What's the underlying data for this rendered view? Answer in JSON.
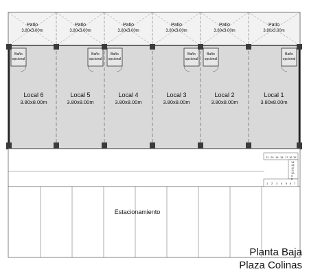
{
  "patios": [
    {
      "label": "Patio",
      "size": "3.80x3.00m"
    },
    {
      "label": "Patio",
      "size": "3.80x3.00m"
    },
    {
      "label": "Patio",
      "size": "3.80x3.00m"
    },
    {
      "label": "Patio",
      "size": "3.80x3.00m"
    },
    {
      "label": "Patio",
      "size": "3.80x3.00m"
    },
    {
      "label": "Patio",
      "size": "3.80x3.00m"
    }
  ],
  "locales": [
    {
      "name": "Local 6",
      "size": "3.80x8.00m"
    },
    {
      "name": "Local 5",
      "size": "3.80x8.00m"
    },
    {
      "name": "Local 4",
      "size": "3.80x8.00m"
    },
    {
      "name": "Local 3",
      "size": "3.80x8.00m"
    },
    {
      "name": "Local 2",
      "size": "3.80x8.00m"
    },
    {
      "name": "Local 1",
      "size": "3.80x8.00m"
    }
  ],
  "banos": [
    {
      "line1": "Baño",
      "line2": "opcional"
    },
    {
      "line1": "Baño",
      "line2": "opcional"
    },
    {
      "line1": "Baño",
      "line2": "opcional"
    },
    {
      "line1": "Baño",
      "line2": "opcional"
    },
    {
      "line1": "Baño",
      "line2": "opcional"
    },
    {
      "line1": "Baño",
      "line2": "opcional"
    }
  ],
  "stairs_upper": [
    "21",
    "20",
    "19",
    "18",
    "17",
    "16",
    "15"
  ],
  "stairs_side": [
    "14",
    "13",
    "12",
    "11",
    "10",
    "9",
    "8"
  ],
  "stairs_lower": [
    "1",
    "2",
    "3",
    "4",
    "5",
    "6",
    "7"
  ],
  "parking_label": "Estacionamiento",
  "title_line1": "Planta Baja",
  "title_line2": "Plaza Colinas",
  "colors": {
    "patio_fill": "#f2f2f2",
    "local_fill": "#d9d9d9",
    "bath_fill": "#e7e7e7",
    "wall": "#333333",
    "column": "#3a3a3a"
  }
}
